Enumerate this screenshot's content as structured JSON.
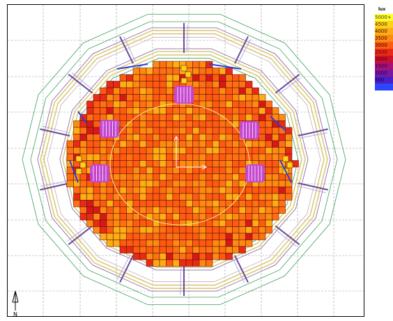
{
  "legend": {
    "unit": "lux",
    "bins": [
      {
        "label": "5000+",
        "color": "#ffff33",
        "text_color": "#3a3a00"
      },
      {
        "label": "4500",
        "color": "#ffd21a",
        "text_color": "#3a2a00"
      },
      {
        "label": "4000",
        "color": "#ffad16",
        "text_color": "#2a1400"
      },
      {
        "label": "3500",
        "color": "#ff8a12",
        "text_color": "#2a1000"
      },
      {
        "label": "3000",
        "color": "#ff5a12",
        "text_color": "#2a0a00"
      },
      {
        "label": "2500",
        "color": "#ea2a16",
        "text_color": "#5a0000"
      },
      {
        "label": "2000",
        "color": "#cc1030",
        "text_color": "#4a0000"
      },
      {
        "label": "1500",
        "color": "#a61078",
        "text_color": "#40003a"
      },
      {
        "label": "1000",
        "color": "#7a18a2",
        "text_color": "#2a003a"
      },
      {
        "label": "500",
        "color": "#4a1ec2",
        "text_color": "#10005a"
      },
      {
        "label": "",
        "color": "#2c46ff",
        "text_color": "#2c46ff"
      }
    ]
  },
  "compass": {
    "label": "N"
  },
  "colors": {
    "grid": "#9a9a9a",
    "structure_yellow": "#d9c97a",
    "structure_green": "#3aa05a",
    "structure_purple": "#8a6aa8",
    "luminaire": "#c045e0",
    "pitch_circle": "#f5e27a",
    "cell_border": "#5a1400"
  }
}
